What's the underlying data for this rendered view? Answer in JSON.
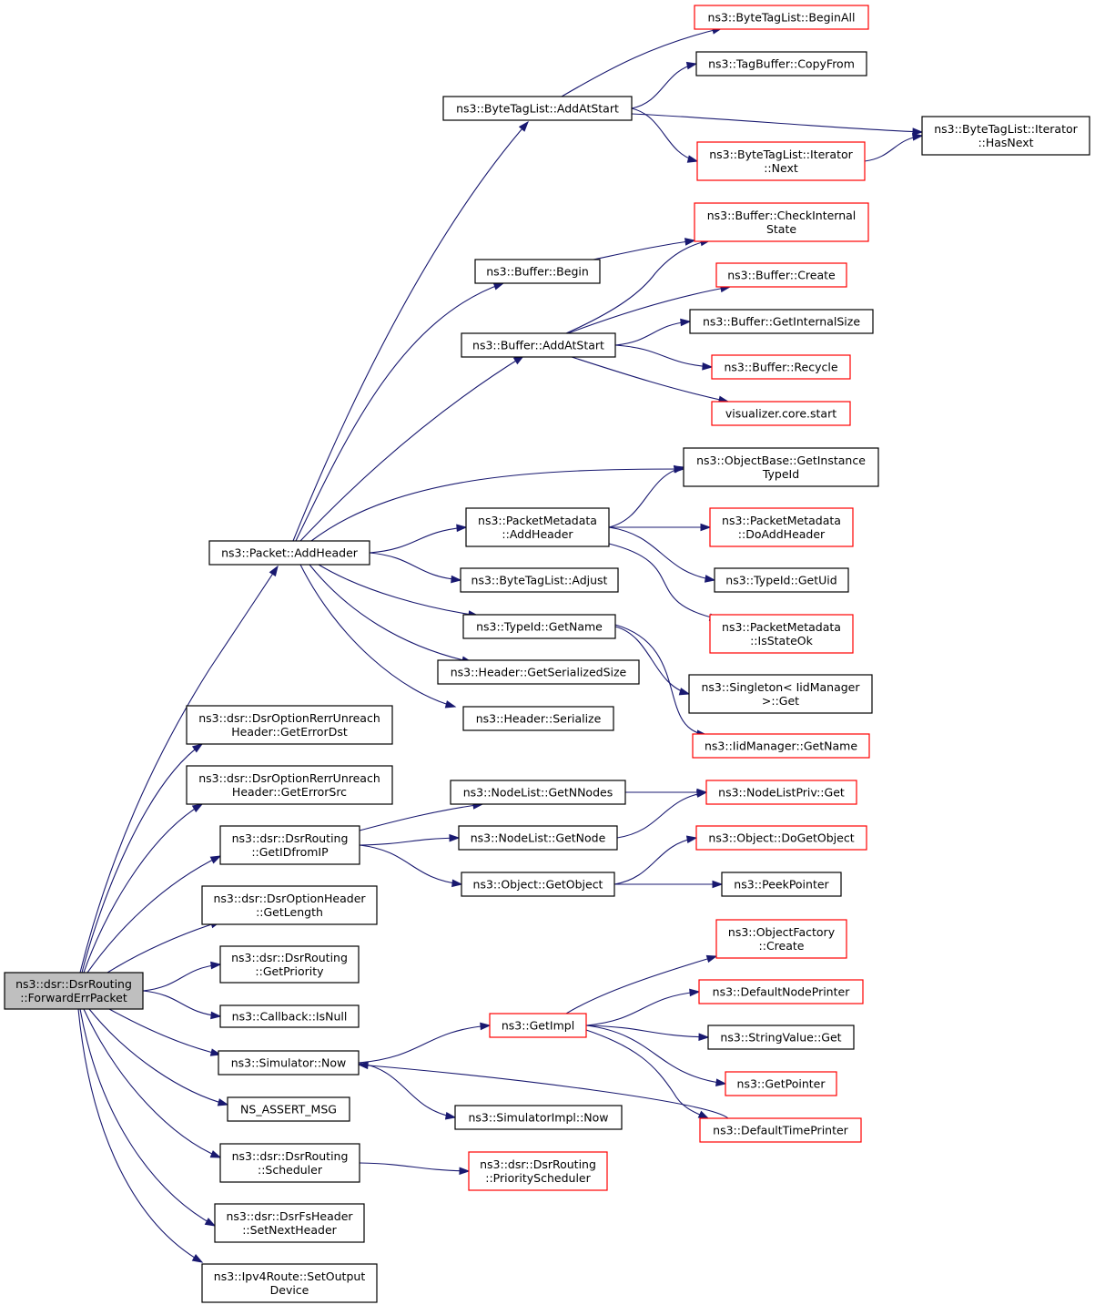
{
  "colors": {
    "edge": "#191970",
    "border_normal": "#000000",
    "border_truncated": "#ff0000",
    "root_fill": "#bfbfbf",
    "node_fill": "#ffffff"
  },
  "nodes": [
    {
      "id": "root",
      "lines": [
        "ns3::dsr::DsrRouting",
        "::ForwardErrPacket"
      ],
      "style": "root"
    },
    {
      "id": "addheader",
      "lines": [
        "ns3::Packet::AddHeader"
      ],
      "style": "normal"
    },
    {
      "id": "errdst",
      "lines": [
        "ns3::dsr::DsrOptionRerrUnreach",
        "Header::GetErrorDst"
      ],
      "style": "normal"
    },
    {
      "id": "errsrc",
      "lines": [
        "ns3::dsr::DsrOptionRerrUnreach",
        "Header::GetErrorSrc"
      ],
      "style": "normal"
    },
    {
      "id": "getidfromip",
      "lines": [
        "ns3::dsr::DsrRouting",
        "::GetIDfromIP"
      ],
      "style": "normal"
    },
    {
      "id": "getlength",
      "lines": [
        "ns3::dsr::DsrOptionHeader",
        "::GetLength"
      ],
      "style": "normal"
    },
    {
      "id": "getpriority",
      "lines": [
        "ns3::dsr::DsrRouting",
        "::GetPriority"
      ],
      "style": "normal"
    },
    {
      "id": "isnull",
      "lines": [
        "ns3::Callback::IsNull"
      ],
      "style": "normal"
    },
    {
      "id": "now",
      "lines": [
        "ns3::Simulator::Now"
      ],
      "style": "normal"
    },
    {
      "id": "assert",
      "lines": [
        "NS_ASSERT_MSG"
      ],
      "style": "normal"
    },
    {
      "id": "scheduler",
      "lines": [
        "ns3::dsr::DsrRouting",
        "::Scheduler"
      ],
      "style": "normal"
    },
    {
      "id": "setnextheader",
      "lines": [
        "ns3::dsr::DsrFsHeader",
        "::SetNextHeader"
      ],
      "style": "normal"
    },
    {
      "id": "setoutput",
      "lines": [
        "ns3::Ipv4Route::SetOutput",
        "Device"
      ],
      "style": "normal"
    },
    {
      "id": "btl_addatstart",
      "lines": [
        "ns3::ByteTagList::AddAtStart"
      ],
      "style": "normal"
    },
    {
      "id": "buffer_begin",
      "lines": [
        "ns3::Buffer::Begin"
      ],
      "style": "normal"
    },
    {
      "id": "buffer_addatstart",
      "lines": [
        "ns3::Buffer::AddAtStart"
      ],
      "style": "normal"
    },
    {
      "id": "pm_addheader",
      "lines": [
        "ns3::PacketMetadata",
        "::AddHeader"
      ],
      "style": "normal"
    },
    {
      "id": "btl_adjust",
      "lines": [
        "ns3::ByteTagList::Adjust"
      ],
      "style": "normal"
    },
    {
      "id": "typeid_getname",
      "lines": [
        "ns3::TypeId::GetName"
      ],
      "style": "normal"
    },
    {
      "id": "header_getsize",
      "lines": [
        "ns3::Header::GetSerializedSize"
      ],
      "style": "normal"
    },
    {
      "id": "header_serialize",
      "lines": [
        "ns3::Header::Serialize"
      ],
      "style": "normal"
    },
    {
      "id": "nodelist_getnnodes",
      "lines": [
        "ns3::NodeList::GetNNodes"
      ],
      "style": "normal"
    },
    {
      "id": "nodelist_getnode",
      "lines": [
        "ns3::NodeList::GetNode"
      ],
      "style": "normal"
    },
    {
      "id": "object_getobject",
      "lines": [
        "ns3::Object::GetObject"
      ],
      "style": "normal"
    },
    {
      "id": "getimpl",
      "lines": [
        "ns3::GetImpl"
      ],
      "style": "truncated"
    },
    {
      "id": "simimpl_now",
      "lines": [
        "ns3::SimulatorImpl::Now"
      ],
      "style": "normal"
    },
    {
      "id": "priority_scheduler",
      "lines": [
        "ns3::dsr::DsrRouting",
        "::PriorityScheduler"
      ],
      "style": "truncated"
    },
    {
      "id": "btl_beginall",
      "lines": [
        "ns3::ByteTagList::BeginAll"
      ],
      "style": "truncated"
    },
    {
      "id": "tagbuffer_copyfrom",
      "lines": [
        "ns3::TagBuffer::CopyFrom"
      ],
      "style": "normal"
    },
    {
      "id": "btl_iter_next",
      "lines": [
        "ns3::ByteTagList::Iterator",
        "::Next"
      ],
      "style": "truncated"
    },
    {
      "id": "btl_iter_hasnext",
      "lines": [
        "ns3::ByteTagList::Iterator",
        "::HasNext"
      ],
      "style": "normal"
    },
    {
      "id": "buffer_checkinternal",
      "lines": [
        "ns3::Buffer::CheckInternal",
        "State"
      ],
      "style": "truncated"
    },
    {
      "id": "buffer_create",
      "lines": [
        "ns3::Buffer::Create"
      ],
      "style": "truncated"
    },
    {
      "id": "buffer_getinternalsize",
      "lines": [
        "ns3::Buffer::GetInternalSize"
      ],
      "style": "normal"
    },
    {
      "id": "buffer_recycle",
      "lines": [
        "ns3::Buffer::Recycle"
      ],
      "style": "truncated"
    },
    {
      "id": "viz_start",
      "lines": [
        "visualizer.core.start"
      ],
      "style": "truncated"
    },
    {
      "id": "objectbase_gettypeid",
      "lines": [
        "ns3::ObjectBase::GetInstance",
        "TypeId"
      ],
      "style": "normal"
    },
    {
      "id": "pm_doaddheader",
      "lines": [
        "ns3::PacketMetadata",
        "::DoAddHeader"
      ],
      "style": "truncated"
    },
    {
      "id": "typeid_getuid",
      "lines": [
        "ns3::TypeId::GetUid"
      ],
      "style": "normal"
    },
    {
      "id": "pm_isstateok",
      "lines": [
        "ns3::PacketMetadata",
        "::IsStateOk"
      ],
      "style": "truncated"
    },
    {
      "id": "singleton_get",
      "lines": [
        "ns3::Singleton< IidManager",
        ">::Get"
      ],
      "style": "normal"
    },
    {
      "id": "iidmanager_getname",
      "lines": [
        "ns3::IidManager::GetName"
      ],
      "style": "truncated"
    },
    {
      "id": "nodelistpriv_get",
      "lines": [
        "ns3::NodeListPriv::Get"
      ],
      "style": "truncated"
    },
    {
      "id": "object_dogetobject",
      "lines": [
        "ns3::Object::DoGetObject"
      ],
      "style": "truncated"
    },
    {
      "id": "peekpointer",
      "lines": [
        "ns3::PeekPointer"
      ],
      "style": "normal"
    },
    {
      "id": "objectfactory_create",
      "lines": [
        "ns3::ObjectFactory",
        "::Create"
      ],
      "style": "truncated"
    },
    {
      "id": "defaultnodeprinter",
      "lines": [
        "ns3::DefaultNodePrinter"
      ],
      "style": "truncated"
    },
    {
      "id": "stringvalue_get",
      "lines": [
        "ns3::StringValue::Get"
      ],
      "style": "normal"
    },
    {
      "id": "getpointer",
      "lines": [
        "ns3::GetPointer"
      ],
      "style": "truncated"
    },
    {
      "id": "defaulttimeprinter",
      "lines": [
        "ns3::DefaultTimePrinter"
      ],
      "style": "truncated"
    }
  ],
  "edges": [
    {
      "from": "root",
      "to": "addheader"
    },
    {
      "from": "root",
      "to": "errdst"
    },
    {
      "from": "root",
      "to": "errsrc"
    },
    {
      "from": "root",
      "to": "getidfromip"
    },
    {
      "from": "root",
      "to": "getlength"
    },
    {
      "from": "root",
      "to": "getpriority"
    },
    {
      "from": "root",
      "to": "isnull"
    },
    {
      "from": "root",
      "to": "now"
    },
    {
      "from": "root",
      "to": "assert"
    },
    {
      "from": "root",
      "to": "scheduler"
    },
    {
      "from": "root",
      "to": "setnextheader"
    },
    {
      "from": "root",
      "to": "setoutput"
    },
    {
      "from": "addheader",
      "to": "btl_addatstart"
    },
    {
      "from": "addheader",
      "to": "buffer_begin"
    },
    {
      "from": "addheader",
      "to": "buffer_addatstart"
    },
    {
      "from": "addheader",
      "to": "objectbase_gettypeid"
    },
    {
      "from": "addheader",
      "to": "pm_addheader"
    },
    {
      "from": "addheader",
      "to": "btl_adjust"
    },
    {
      "from": "addheader",
      "to": "typeid_getname"
    },
    {
      "from": "addheader",
      "to": "header_getsize"
    },
    {
      "from": "addheader",
      "to": "header_serialize"
    },
    {
      "from": "btl_addatstart",
      "to": "btl_beginall"
    },
    {
      "from": "btl_addatstart",
      "to": "tagbuffer_copyfrom"
    },
    {
      "from": "btl_addatstart",
      "to": "btl_iter_hasnext"
    },
    {
      "from": "btl_addatstart",
      "to": "btl_iter_next"
    },
    {
      "from": "btl_iter_next",
      "to": "btl_iter_hasnext"
    },
    {
      "from": "buffer_begin",
      "to": "buffer_checkinternal"
    },
    {
      "from": "buffer_addatstart",
      "to": "buffer_checkinternal"
    },
    {
      "from": "buffer_addatstart",
      "to": "buffer_create"
    },
    {
      "from": "buffer_addatstart",
      "to": "buffer_getinternalsize"
    },
    {
      "from": "buffer_addatstart",
      "to": "buffer_recycle"
    },
    {
      "from": "buffer_addatstart",
      "to": "viz_start"
    },
    {
      "from": "pm_addheader",
      "to": "objectbase_gettypeid"
    },
    {
      "from": "pm_addheader",
      "to": "pm_doaddheader"
    },
    {
      "from": "pm_addheader",
      "to": "typeid_getuid"
    },
    {
      "from": "pm_addheader",
      "to": "pm_isstateok"
    },
    {
      "from": "typeid_getname",
      "to": "singleton_get"
    },
    {
      "from": "typeid_getname",
      "to": "iidmanager_getname"
    },
    {
      "from": "getidfromip",
      "to": "nodelist_getnnodes"
    },
    {
      "from": "getidfromip",
      "to": "nodelist_getnode"
    },
    {
      "from": "getidfromip",
      "to": "object_getobject"
    },
    {
      "from": "nodelist_getnnodes",
      "to": "nodelistpriv_get"
    },
    {
      "from": "nodelist_getnode",
      "to": "nodelistpriv_get"
    },
    {
      "from": "object_getobject",
      "to": "object_dogetobject"
    },
    {
      "from": "object_getobject",
      "to": "peekpointer"
    },
    {
      "from": "now",
      "to": "getimpl"
    },
    {
      "from": "now",
      "to": "simimpl_now"
    },
    {
      "from": "getimpl",
      "to": "objectfactory_create"
    },
    {
      "from": "getimpl",
      "to": "defaultnodeprinter"
    },
    {
      "from": "getimpl",
      "to": "stringvalue_get"
    },
    {
      "from": "getimpl",
      "to": "getpointer"
    },
    {
      "from": "getimpl",
      "to": "defaulttimeprinter"
    },
    {
      "from": "defaulttimeprinter",
      "to": "now"
    },
    {
      "from": "scheduler",
      "to": "priority_scheduler"
    }
  ]
}
